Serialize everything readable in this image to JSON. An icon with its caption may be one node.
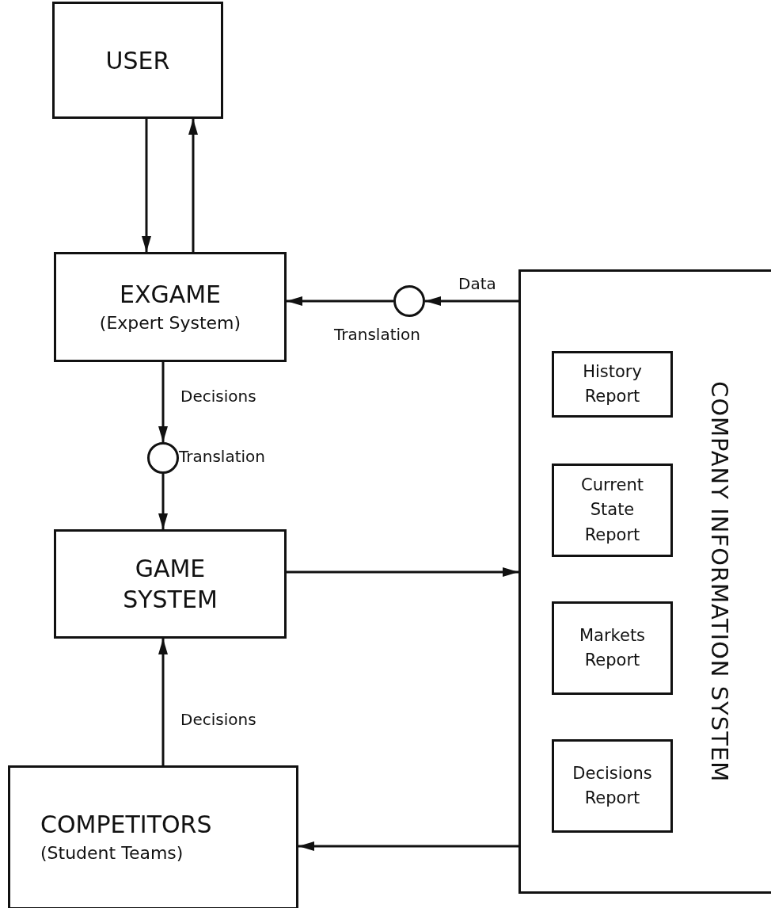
{
  "diagram": {
    "nodes": [
      {
        "text": [
          "USER"
        ]
      },
      {
        "text": [
          "EXGAME",
          "(Expert System)"
        ]
      },
      {
        "text": [],
        "shape": "circle",
        "beside": [
          "Translation"
        ]
      },
      {
        "text": [],
        "shape": "circle",
        "beside": [
          "Translation"
        ]
      },
      {
        "text": [
          "GAME SYSTEM"
        ]
      },
      {
        "text": [
          "COMPETITORS",
          "(Student Teams)"
        ]
      },
      {
        "text": [
          "COMPANY INFORMATION SYSTEM"
        ]
      },
      {
        "text": [
          "History Report"
        ],
        "in": 6
      },
      {
        "text": [
          "Current State Report"
        ],
        "in": 6
      },
      {
        "text": [
          "Markets Report"
        ],
        "in": 6
      },
      {
        "text": [
          "Decisions Report"
        ],
        "in": 6
      }
    ],
    "edges": [
      {
        "from": 0,
        "to": 1,
        "arrow": "to"
      },
      {
        "from": 1,
        "to": 0,
        "arrow": "to"
      },
      {
        "from": 6,
        "to": 2,
        "arrow": "to",
        "label": "Data"
      },
      {
        "from": 2,
        "to": 1,
        "arrow": "to"
      },
      {
        "from": 1,
        "to": 3,
        "arrow": "to",
        "label": "Decisions"
      },
      {
        "from": 3,
        "to": 4,
        "arrow": "to"
      },
      {
        "from": 4,
        "to": 6,
        "arrow": "to"
      },
      {
        "from": 5,
        "to": 4,
        "arrow": "to",
        "label": "Decisions"
      },
      {
        "from": 6,
        "to": 5,
        "arrow": "to"
      }
    ]
  }
}
